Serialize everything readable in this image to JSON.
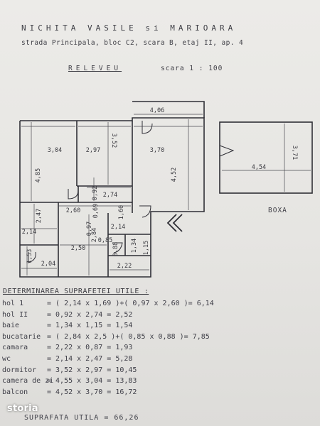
{
  "header": {
    "owner": "NICHITA VASILE si MARIOARA",
    "address": "strada Principala, bloc C2, scara B, etaj II, ap. 4",
    "plan_title": "RELEVEU",
    "scale": "scara 1 : 100"
  },
  "plan": {
    "dims": [
      "4,06",
      "3,04",
      "2,97",
      "3,52",
      "3,70",
      "4,85",
      "4,52",
      "0,92",
      "2,74",
      "2,60",
      "0,69",
      "1,60",
      "2,47",
      "2,14",
      "0,97",
      "2,14",
      "2,84",
      "0,85",
      "0,88",
      "2,50",
      "1,53",
      "2,04",
      "2,22",
      "1,15",
      "1,34"
    ],
    "boxa_dims": [
      "3,71",
      "4,54"
    ],
    "boxa_label": "BOXA"
  },
  "calculation": {
    "title": "DETERMINAREA SUPRAFETEI UTILE :",
    "rows": [
      {
        "room": "hol 1",
        "expr": "= ( 2,14 x 1,69 )+( 0,97 x 2,60 )= 6,14"
      },
      {
        "room": "hol II",
        "expr": "= 0,92 x 2,74 = 2,52"
      },
      {
        "room": "baie",
        "expr": "= 1,34 x 1,15 = 1,54"
      },
      {
        "room": "bucatarie",
        "expr": "= ( 2,84 x 2,5 )+( 0,85 x 0,88 )= 7,85"
      },
      {
        "room": "camara",
        "expr": "= 2,22 x 0,87 = 1,93"
      },
      {
        "room": "wc",
        "expr": "= 2,14 x 2,47 = 5,28"
      },
      {
        "room": "dormitor",
        "expr": "= 3,52 x 2,97 = 10,45"
      },
      {
        "room": "camera de zi",
        "expr": "= 4,55 x 3,04 = 13,83"
      },
      {
        "room": "balcon",
        "expr": "= 4,52 x 3,70 = 16,72"
      }
    ],
    "total": "SUPRAFATA UTILA = 66,26"
  },
  "watermark": "storia"
}
